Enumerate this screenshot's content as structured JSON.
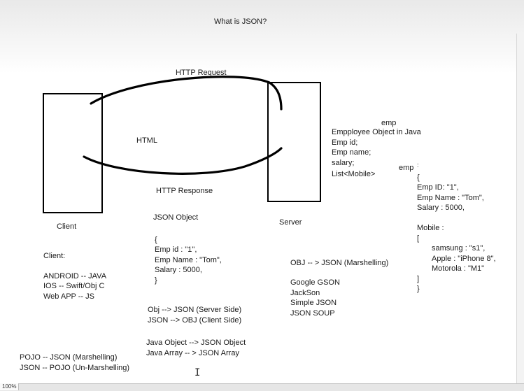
{
  "title": "What is JSON?",
  "client_label": "Client",
  "server_label": "Server",
  "http_request": "HTTP Request",
  "http_response": "HTTP Response",
  "html_label": "HTML",
  "client_section": {
    "heading": "Client:",
    "lines": [
      "ANDROID -- JAVA",
      "IOS -- Swift/Obj C",
      "Web APP -- JS"
    ]
  },
  "json_object": {
    "heading": "JSON Object",
    "lines": [
      "{",
      "Emp id : \"1\",",
      "Emp Name : \"Tom\",",
      "Salary : 5000,",
      "}"
    ]
  },
  "conversions": {
    "obj_to_json": "Obj --> JSON (Server Side)",
    "json_to_obj": "JSON --> OBJ (Client Side)",
    "java_object": "Java Object --> JSON Object",
    "java_array": "Java Array -- > JSON Array"
  },
  "pojo": {
    "marshal": "POJO -- JSON (Marshelling)",
    "unmarshal": "JSON -- POJO (Un-Marshelling)"
  },
  "server_notes": {
    "emp": "emp",
    "lines": [
      "Empployee Object in Java",
      "Emp id;",
      "Emp name;",
      "salary;",
      "List<Mobile>"
    ]
  },
  "obj_json_marshalling": "OBJ -- > JSON (Marshelling)",
  "libraries": [
    "Google GSON",
    "JackSon",
    "Simple JSON",
    "JSON SOUP"
  ],
  "emp_json": {
    "emp_label": "emp",
    "colon": ":",
    "open": "{",
    "emp_id": "Emp ID: \"1\",",
    "emp_name": "Emp Name : \"Tom\",",
    "salary": "Salary : 5000,",
    "mobile": "Mobile :",
    "bracket_open": "[",
    "samsung": "samsung : \"s1\",",
    "apple": "Apple : \"iPhone 8\",",
    "motorola": "Motorola : \"M1\"",
    "bracket_close": "]",
    "close": "}"
  },
  "zoom_level": "100%",
  "colors": {
    "ink": "#000000",
    "text": "#1a1a1a",
    "background": "#ffffff"
  }
}
